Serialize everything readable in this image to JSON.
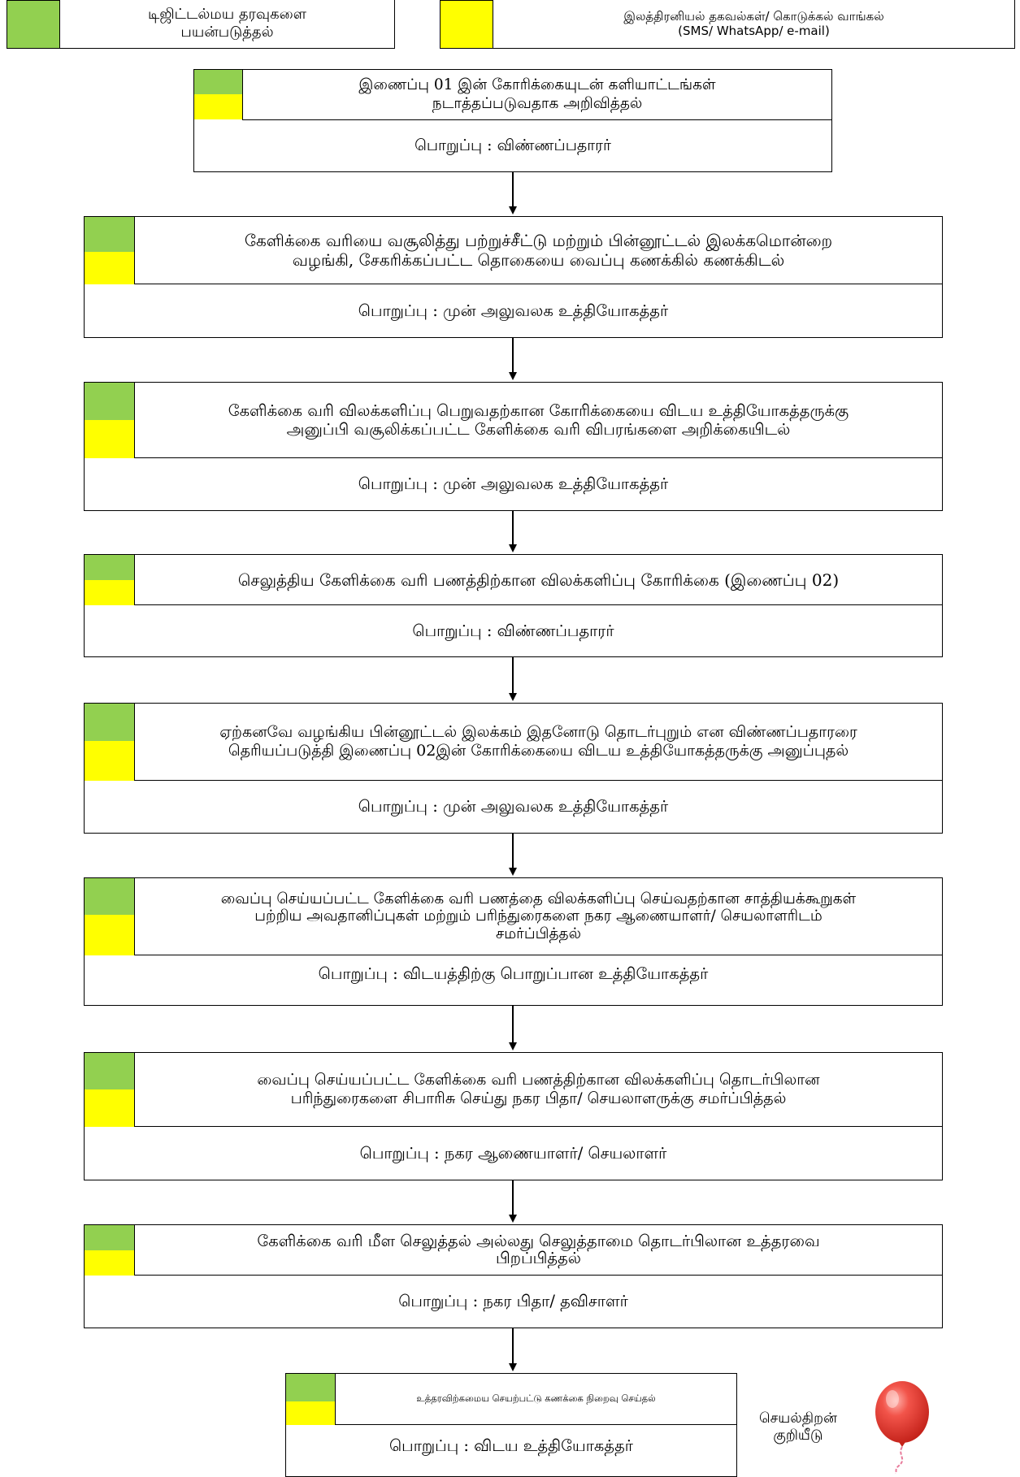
{
  "colors": {
    "green": "#92d050",
    "yellow": "#ffff00"
  },
  "legend": {
    "digital": "டிஜிட்டல்மய தரவுகளை\nபயன்படுத்தல்",
    "electronic": "இலத்திரனியல் தகவல்கள்/ கொடுக்கல் வாங்கல்\n(SMS/ WhatsApp/ e-mail)"
  },
  "steps": [
    {
      "task": "இணைப்பு 01 இன் கோரிக்கையுடன் களியாட்டங்கள்\nநடாத்தப்படுவதாக அறிவித்தல்",
      "responsibility": "பொறுப்பு : விண்ணப்பதாரர்"
    },
    {
      "task": "கேளிக்கை வரியை வசூலித்து பற்றுச்சீட்டு மற்றும் பின்னூட்டல் இலக்கமொன்றை\nவழங்கி, சேகரிக்கப்பட்ட தொகையை வைப்பு கணக்கில் கணக்கிடல்",
      "responsibility": "பொறுப்பு : முன் அலுவலக உத்தியோகத்தர்"
    },
    {
      "task": "கேளிக்கை வரி விலக்களிப்பு பெறுவதற்கான கோரிக்கையை விடய  உத்தியோகத்தருக்கு\nஅனுப்பி வசூலிக்கப்பட்ட கேளிக்கை வரி விபரங்களை அறிக்கையிடல்",
      "responsibility": "பொறுப்பு : முன் அலுவலக உத்தியோகத்தர்"
    },
    {
      "task": "செலுத்திய கேளிக்கை வரி பணத்திற்கான விலக்களிப்பு கோரிக்கை (இணைப்பு 02)",
      "responsibility": "பொறுப்பு : விண்ணப்பதாரர்"
    },
    {
      "task": "ஏற்கனவே வழங்கிய பின்னூட்டல் இலக்கம் இதனோடு தொடர்புறும் என விண்ணப்பதாரரை\nதெரியப்படுத்தி இணைப்பு 02இன் கோரிக்கையை விடய உத்தியோகத்தருக்கு அனுப்புதல்",
      "responsibility": "பொறுப்பு : முன் அலுவலக உத்தியோகத்தர்"
    },
    {
      "task": "வைப்பு செய்யப்பட்ட கேளிக்கை வரி பணத்தை விலக்களிப்பு செய்வதற்கான சாத்தியக்கூறுகள்\nபற்றிய அவதானிப்புகள் மற்றும் பரிந்துரைகளை நகர ஆணையாளர்/ செயலாளரிடம்\nசமர்ப்பித்தல்",
      "responsibility": "பொறுப்பு : விடயத்திற்கு பொறுப்பான உத்தியோகத்தர்"
    },
    {
      "task": "வைப்பு செய்யப்பட்ட கேளிக்கை வரி பணத்திற்கான விலக்களிப்பு தொடர்பிலான\nபரிந்துரைகளை சிபாரிசு செய்து நகர பிதா/ செயலாளருக்கு சமர்ப்பித்தல்",
      "responsibility": "பொறுப்பு : நகர ஆணையாளர்/ செயலாளர்"
    },
    {
      "task": "கேளிக்கை வரி மீள செலுத்தல் அல்லது செலுத்தாமை தொடர்பிலான உத்தரவை\nபிறப்பித்தல்",
      "responsibility": "பொறுப்பு : நகர பிதா/ தவிசாளர்"
    },
    {
      "task": "உத்தரவிற்கமைய செயற்பட்டு கணக்கை நிறைவு செய்தல்",
      "responsibility": "பொறுப்பு : விடய உத்தியோகத்தர்"
    }
  ],
  "kpi_label": "செயல்திறன்\nகுறியீடு",
  "kpi_icon": "balloon-icon"
}
